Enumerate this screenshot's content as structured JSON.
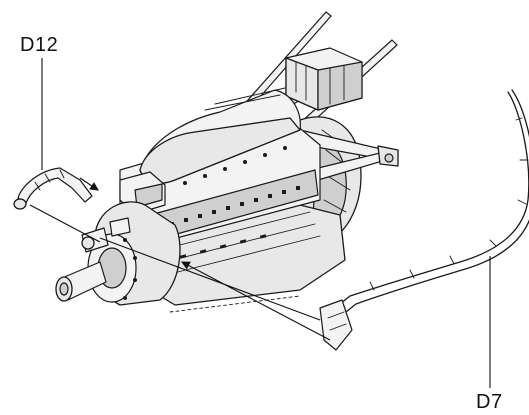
{
  "callouts": [
    {
      "id": "d12",
      "label": "D12"
    },
    {
      "id": "d7",
      "label": "D7"
    }
  ],
  "colors": {
    "line": "#1a1a1a",
    "fill_light": "#f3f3f3",
    "fill_mid": "#e8e8e8",
    "fill_dark": "#cfcfcf",
    "background": "#ffffff"
  }
}
